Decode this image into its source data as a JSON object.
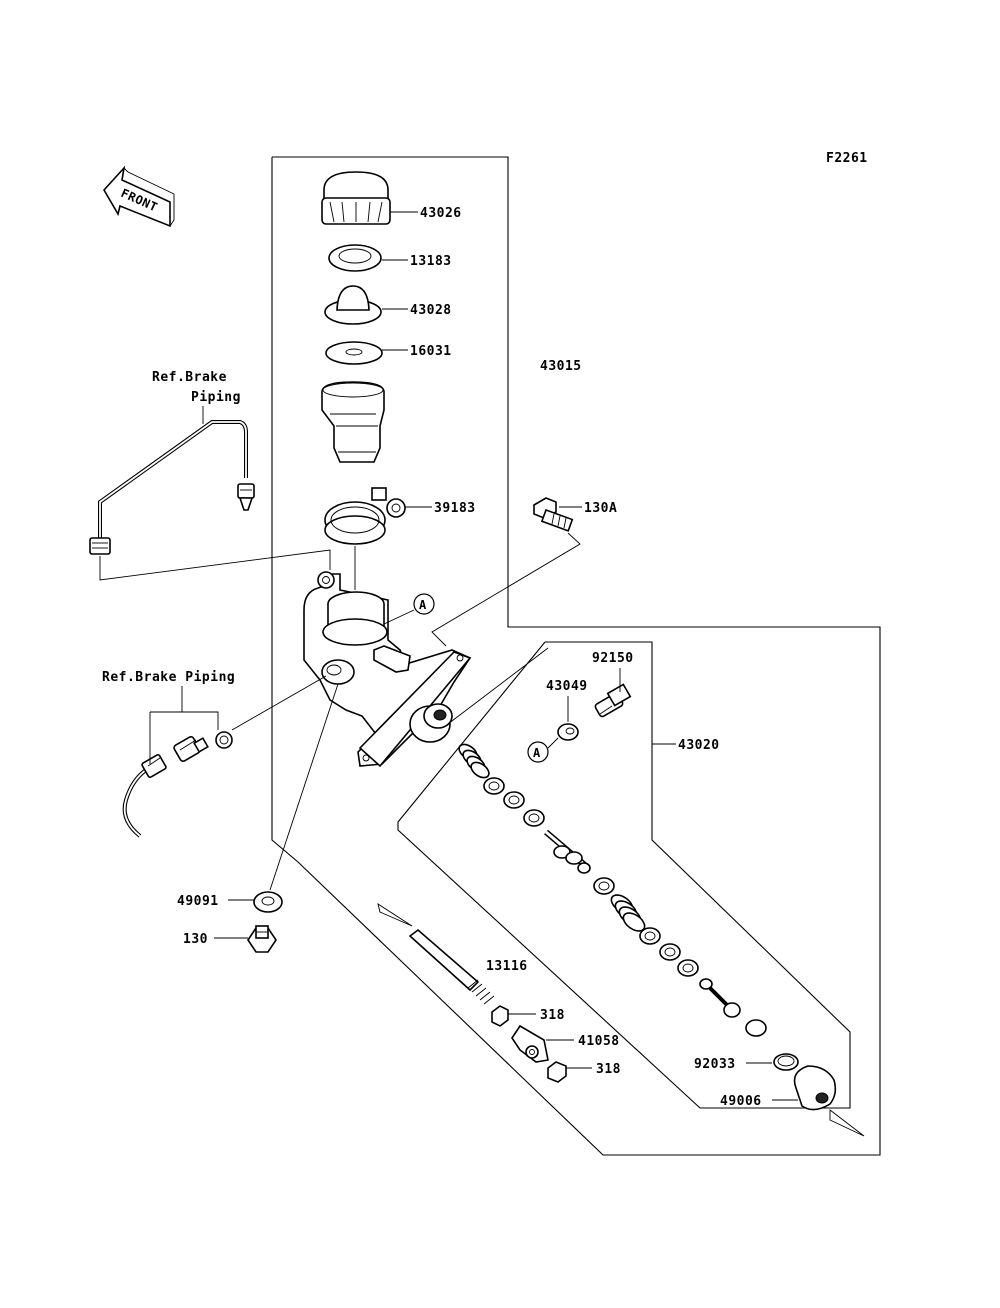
{
  "diagram_code": "F2261",
  "front_label": "FRONT",
  "ref_labels": {
    "upper_line1": "Ref.Brake",
    "upper_line2": "Piping",
    "lower": "Ref.Brake Piping"
  },
  "marker_letter": "A",
  "parts": {
    "p43026": "43026",
    "p13183": "13183",
    "p43028": "43028",
    "p16031": "16031",
    "p43015": "43015",
    "p39183": "39183",
    "p130A": "130A",
    "p92150": "92150",
    "p43049": "43049",
    "p43020": "43020",
    "p49091": "49091",
    "p130": "130",
    "p13116": "13116",
    "p318a": "318",
    "p41058": "41058",
    "p318b": "318",
    "p92033": "92033",
    "p49006": "49006"
  }
}
